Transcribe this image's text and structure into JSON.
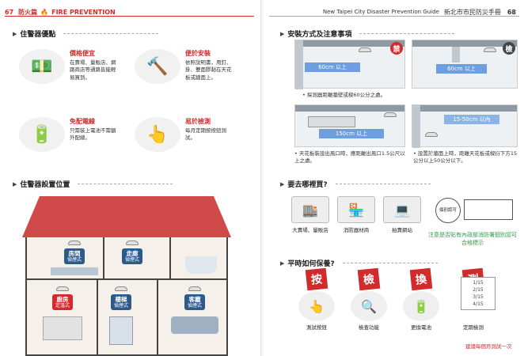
{
  "left": {
    "page_num": "67",
    "section_zh": "防火篇",
    "section_en": "FIRE PREVENTION",
    "benefits_title": "住警器優點",
    "features": [
      {
        "title": "價格便宜",
        "desc": "在賣場、量販店、網路商店等通路皆能輕易買到。",
        "icon": "money-icon"
      },
      {
        "title": "便於安裝",
        "desc": "依照說明書，用釘、掛、雙面膠黏在天花板或牆面上。",
        "icon": "hammer-icon"
      },
      {
        "title": "免配電線",
        "desc": "只需裝上電池不需額外配線。",
        "icon": "battery-icon"
      },
      {
        "title": "易於檢測",
        "desc": "每月定期按按鈕測試。",
        "icon": "detector-test-icon"
      }
    ],
    "placement_title": "住警器設置位置",
    "rooms": [
      {
        "name": "房間",
        "type": "偵煙式"
      },
      {
        "name": "走廊",
        "type": "偵煙式"
      },
      {
        "name": "廚房",
        "type": "定溫式"
      },
      {
        "name": "樓梯",
        "type": "偵煙式"
      },
      {
        "name": "客廳",
        "type": "偵煙式"
      }
    ]
  },
  "right": {
    "page_num": "68",
    "header_en": "New Taipei City Disaster Prevention Guide",
    "header_zh": "新北市市民防災手冊",
    "install_title": "安裝方式及注意事項",
    "install_labels": [
      "60cm 以上",
      "60cm 以上",
      "150cm 以上",
      "15-50cm 以內"
    ],
    "badge_no": "禁",
    "badge_ok": "檢",
    "install_note1": "探測器距離牆壁或樑60公分之處。",
    "install_note2": "天花板裝設出風口時，應距離出風口1.5公尺以上之處。",
    "install_note3": "設置於牆面上時，距離天花板或樑衍下方15公分以上50公分以下。",
    "buy_title": "要去哪裡買?",
    "buy_places": [
      "大賣場、量販店",
      "消防器材商",
      "拍賣網站"
    ],
    "cert_note": "注意是否貼有內政部消防署個別認可合格標示",
    "cert_label": "個別認可",
    "care_title": "平時如何保養?",
    "care_steps": [
      {
        "char": "按",
        "label": "測試按鈕"
      },
      {
        "char": "檢",
        "label": "檢查功能"
      },
      {
        "char": "換",
        "label": "更換電池"
      },
      {
        "char": "測",
        "label": "定期檢測"
      }
    ],
    "calendar": [
      "1/15",
      "2/15",
      "3/15",
      "4/15"
    ],
    "care_note": "建議每個月測試一次"
  },
  "colors": {
    "accent": "#d12b2b",
    "blue_tag": "#2d5a8b",
    "measure": "#6c9ee0",
    "green": "#2a9d4a"
  }
}
